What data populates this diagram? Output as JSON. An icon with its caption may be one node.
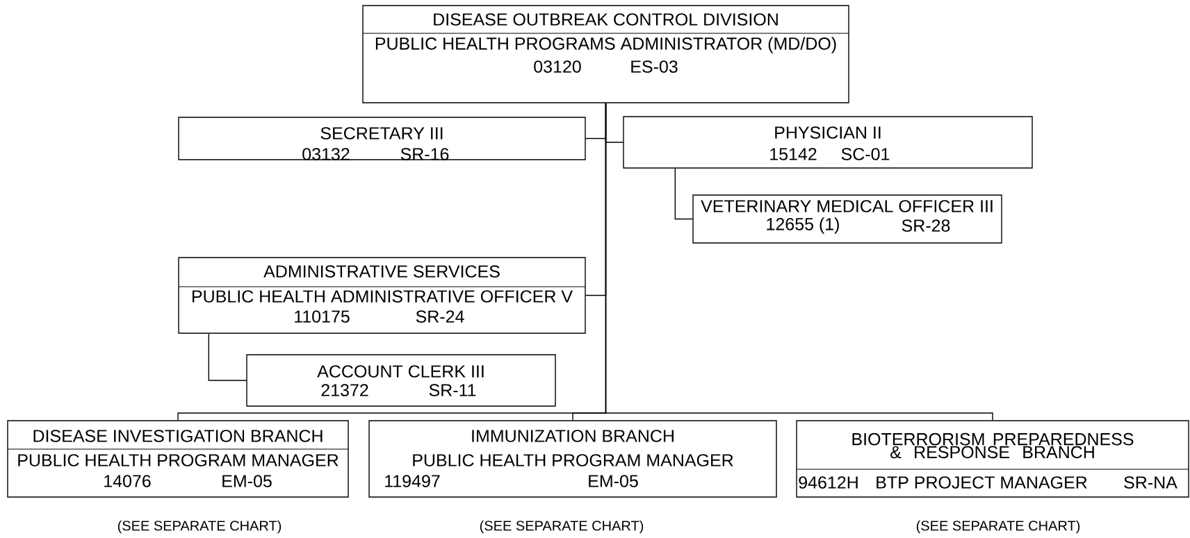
{
  "diagram": {
    "nodes": [
      {
        "text": [
          "DISEASE OUTBREAK CONTROL DIVISION",
          "PUBLIC HEALTH PROGRAMS ADMINISTRATOR (MD/DO)",
          "03120",
          "ES-03"
        ]
      },
      {
        "text": [
          "SECRETARY III",
          "03132",
          "SR-16"
        ]
      },
      {
        "text": [
          "PHYSICIAN II",
          "15142",
          "SC-01"
        ]
      },
      {
        "text": [
          "VETERINARY MEDICAL OFFICER III",
          "12655 (1)",
          "SR-28"
        ]
      },
      {
        "text": [
          "ADMINISTRATIVE SERVICES",
          "PUBLIC HEALTH ADMINISTRATIVE OFFICER V",
          "110175",
          "SR-24"
        ]
      },
      {
        "text": [
          "ACCOUNT CLERK III",
          "21372",
          "SR-11"
        ]
      },
      {
        "text": [
          "DISEASE INVESTIGATION BRANCH",
          "PUBLIC HEALTH PROGRAM MANAGER",
          "14076",
          "EM-05"
        ]
      },
      {
        "text": [
          "IMMUNIZATION BRANCH",
          "PUBLIC HEALTH PROGRAM MANAGER",
          "119497",
          "EM-05"
        ]
      },
      {
        "text": [
          "BIOTERRORISM PREPAREDNESS & RESPONSE BRANCH",
          "94612H",
          "BTP PROJECT MANAGER",
          "SR-NA"
        ]
      }
    ],
    "edges": [
      {
        "from": 0,
        "to": 1,
        "arrow": "none"
      },
      {
        "from": 0,
        "to": 2,
        "arrow": "none"
      },
      {
        "from": 2,
        "to": 3,
        "arrow": "none"
      },
      {
        "from": 0,
        "to": 4,
        "arrow": "none"
      },
      {
        "from": 4,
        "to": 5,
        "arrow": "none"
      },
      {
        "from": 0,
        "to": 6,
        "arrow": "none"
      },
      {
        "from": 0,
        "to": 7,
        "arrow": "none"
      },
      {
        "from": 0,
        "to": 8,
        "arrow": "none"
      }
    ],
    "labels": [
      "(SEE SEPARATE CHART)",
      "(SEE SEPARATE CHART)",
      "(SEE SEPARATE CHART)"
    ]
  }
}
